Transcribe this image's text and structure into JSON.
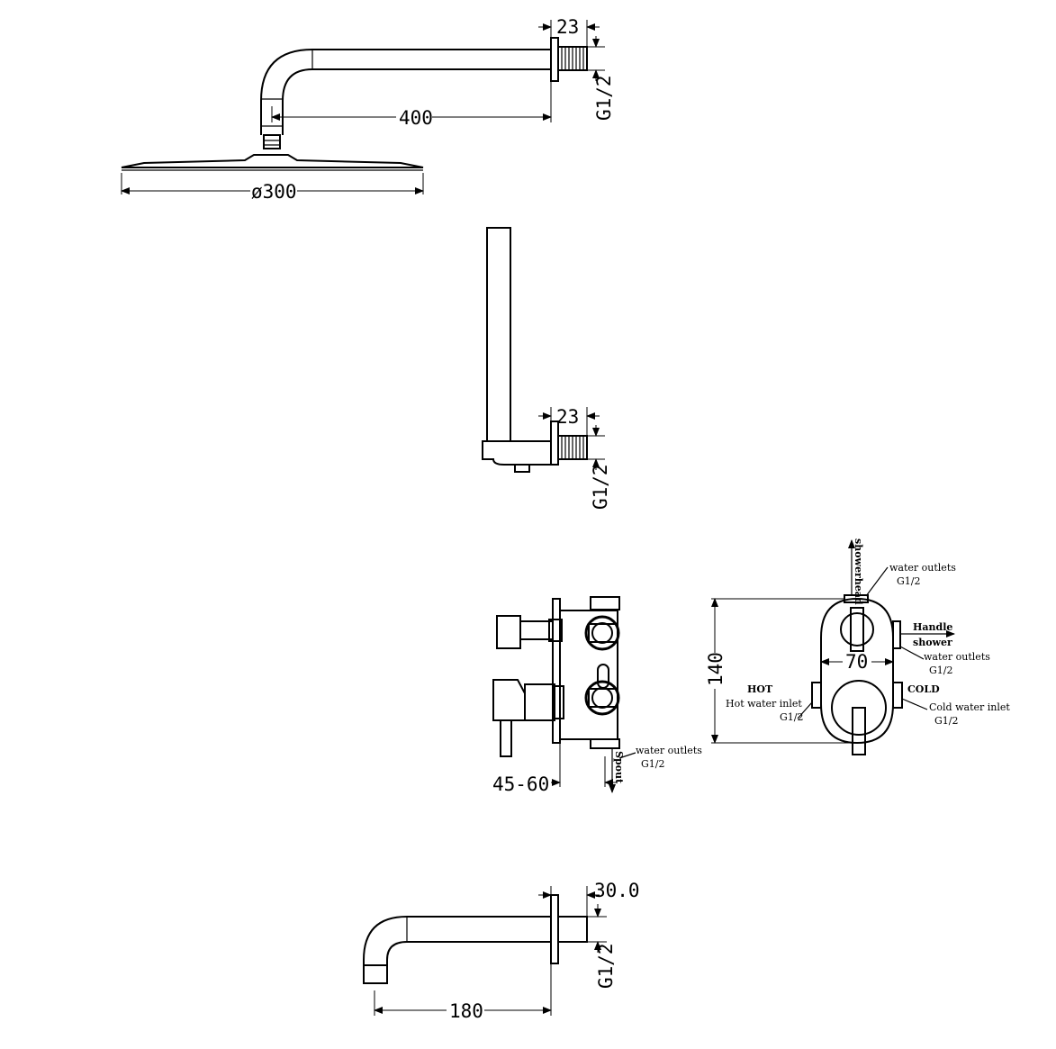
{
  "shower_arm": {
    "dim_flange": "23",
    "dim_thread": "G1/2",
    "dim_length": "400",
    "dim_diameter": "ø300"
  },
  "handset_bracket": {
    "dim_flange": "23",
    "dim_thread": "G1/2"
  },
  "valve_side": {
    "dim_depth": "45-60",
    "label_spout": "Spout",
    "label_outlet": "water outlets",
    "label_outlet_thread": "G1/2"
  },
  "valve_front": {
    "dim_height": "140",
    "dim_width": "70",
    "label_showerhead": "showerhead",
    "label_top_outlet": "water outlets",
    "label_top_outlet_thread": "G1/2",
    "label_handle": "Handle",
    "label_shower": "shower",
    "label_right_outlet": "water outlets",
    "label_right_outlet_thread": "G1/2",
    "label_hot": "HOT",
    "label_hot_inlet": "Hot water inlet",
    "label_hot_thread": "G1/2",
    "label_cold": "COLD",
    "label_cold_inlet": "Cold water inlet",
    "label_cold_thread": "G1/2"
  },
  "spout": {
    "dim_flange": "30.0",
    "dim_thread": "G1/2",
    "dim_length": "180"
  }
}
